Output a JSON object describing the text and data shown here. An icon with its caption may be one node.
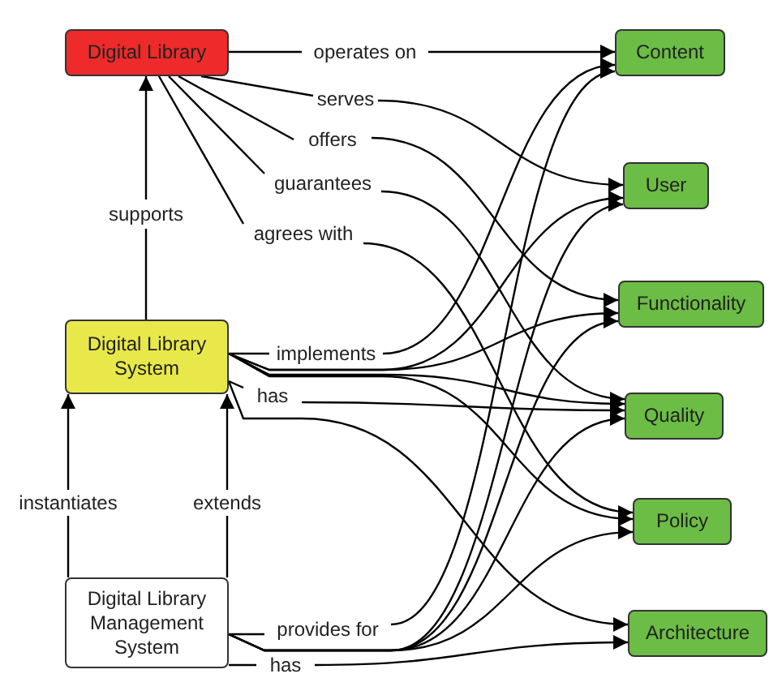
{
  "diagram": {
    "nodes": [
      {
        "text": [
          "Digital Library"
        ]
      },
      {
        "text": [
          "Content"
        ]
      },
      {
        "text": [
          "User"
        ]
      },
      {
        "text": [
          "Functionality"
        ]
      },
      {
        "text": [
          "Digital Library System"
        ]
      },
      {
        "text": [
          "Quality"
        ]
      },
      {
        "text": [
          "Policy"
        ]
      },
      {
        "text": [
          "Digital Library Management System"
        ]
      },
      {
        "text": [
          "Architecture"
        ]
      }
    ],
    "edges": [
      {
        "from": 0,
        "to": 1,
        "arrow": "to",
        "label": "operates on"
      },
      {
        "from": 0,
        "to": 2,
        "arrow": "to",
        "label": "serves"
      },
      {
        "from": 0,
        "to": 3,
        "arrow": "to",
        "label": "offers"
      },
      {
        "from": 0,
        "to": 5,
        "arrow": "to",
        "label": "guarantees"
      },
      {
        "from": 0,
        "to": 6,
        "arrow": "to",
        "label": "agrees with"
      },
      {
        "from": 4,
        "to": 0,
        "arrow": "to",
        "label": "supports"
      },
      {
        "from": 7,
        "to": 4,
        "arrow": "to",
        "label": "instantiates"
      },
      {
        "from": 7,
        "to": 4,
        "arrow": "to",
        "label": "extends"
      },
      {
        "from": 4,
        "to": 1,
        "arrow": "to",
        "label": "implements"
      },
      {
        "from": 4,
        "to": 2,
        "arrow": "to"
      },
      {
        "from": 4,
        "to": 3,
        "arrow": "to"
      },
      {
        "from": 4,
        "to": 5,
        "arrow": "to"
      },
      {
        "from": 4,
        "to": 6,
        "arrow": "to"
      },
      {
        "from": 4,
        "to": 5,
        "arrow": "to",
        "label": "has"
      },
      {
        "from": 4,
        "to": 8,
        "arrow": "to"
      },
      {
        "from": 7,
        "to": 1,
        "arrow": "to",
        "label": "provides for"
      },
      {
        "from": 7,
        "to": 2,
        "arrow": "to"
      },
      {
        "from": 7,
        "to": 3,
        "arrow": "to"
      },
      {
        "from": 7,
        "to": 5,
        "arrow": "to"
      },
      {
        "from": 7,
        "to": 6,
        "arrow": "to"
      },
      {
        "from": 7,
        "to": 8,
        "arrow": "to",
        "label": "has"
      }
    ]
  }
}
